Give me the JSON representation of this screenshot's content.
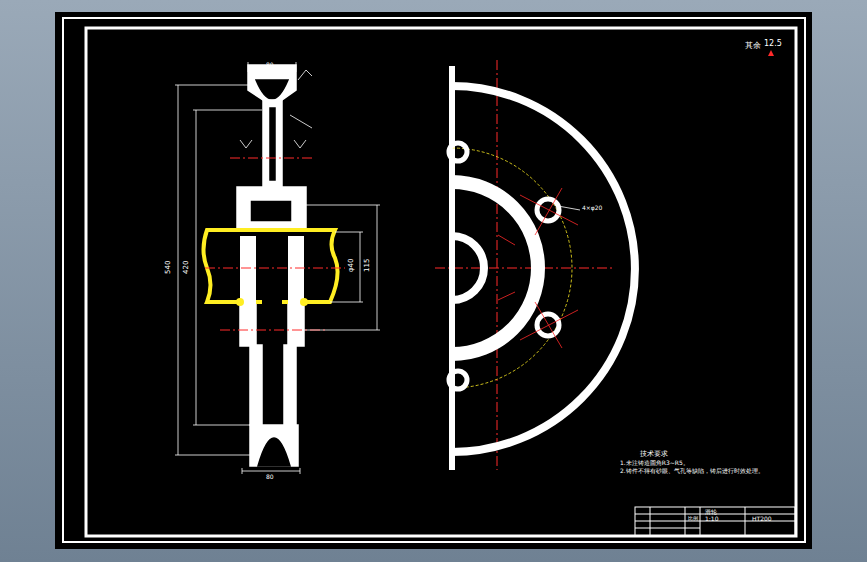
{
  "diagram": {
    "labels": [
      "其余",
      "12.5",
      "技术要求",
      "1.未注铸造圆角R3~R5。",
      "2.铸件不得有砂眼、气孔等缺陷，铸后进行时效处理。",
      "滑轮",
      "1:10",
      "HT200",
      "比例",
      "φ40",
      "115",
      "540",
      "420",
      "80",
      "80",
      "4×φ20"
    ]
  }
}
